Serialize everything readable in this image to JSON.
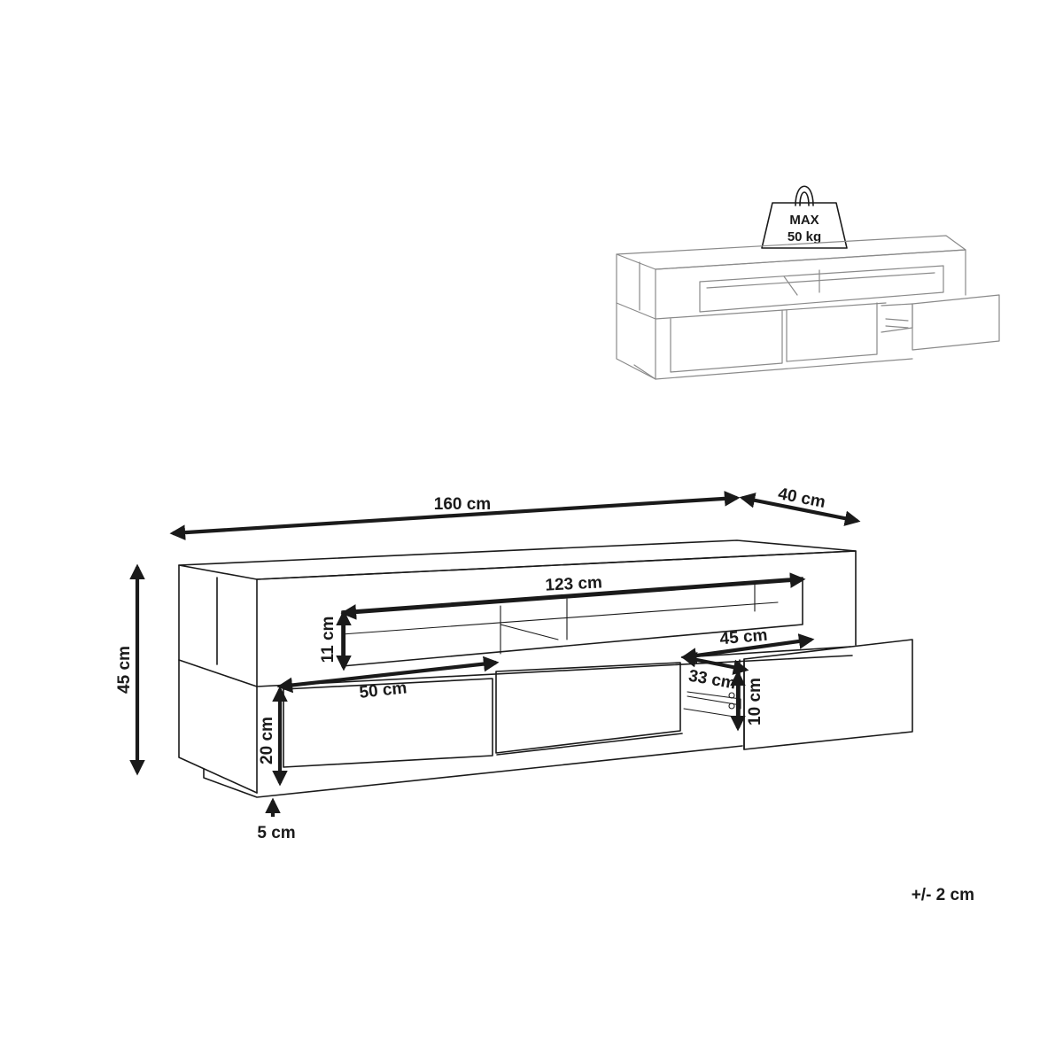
{
  "weight_badge": {
    "line1": "MAX",
    "line2": "50 kg"
  },
  "dimensions": {
    "width": "160 cm",
    "depth": "40 cm",
    "height": "45 cm",
    "shelf_width": "123 cm",
    "shelf_height": "11 cm",
    "drawer_width": "50 cm",
    "drawer_height": "20 cm",
    "plinth_height": "5 cm",
    "small_drawer_width": "45 cm",
    "small_drawer_depth": "33 cm",
    "small_drawer_height": "10 cm"
  },
  "tolerance": "+/- 2 cm"
}
